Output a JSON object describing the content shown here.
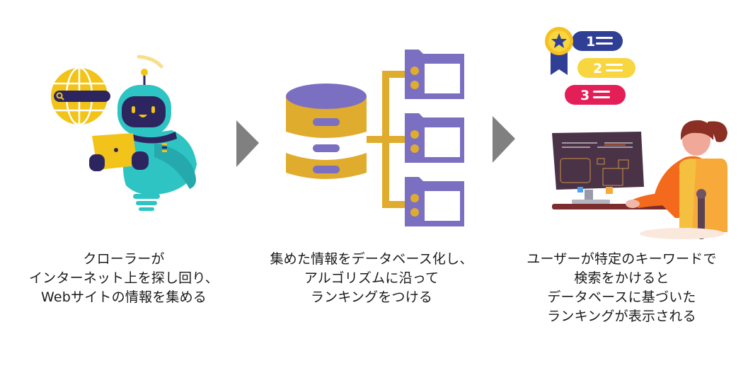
{
  "steps": [
    {
      "id": "crawl",
      "illustration": "robot-crawler-with-globe-search",
      "caption": [
        "クローラーが",
        "インターネット上を探し回り、",
        "Webサイトの情報を集める"
      ]
    },
    {
      "id": "index",
      "illustration": "database-with-folders",
      "caption": [
        "集めた情報をデータベース化し、",
        "アルゴリズムに沿って",
        "ランキングをつける"
      ]
    },
    {
      "id": "search",
      "illustration": "ranking-list-and-user-at-computer",
      "caption": [
        "ユーザーが特定のキーワードで",
        "検索をかけると",
        "データベースに基づいた",
        "ランキングが表示される"
      ],
      "ranking_labels": [
        "1",
        "2",
        "3"
      ]
    }
  ],
  "arrows": [
    "arrow-right-icon",
    "arrow-right-icon"
  ],
  "colors": {
    "arrow": "#808080",
    "robot_teal": "#2ec4c4",
    "robot_navy": "#2d2560",
    "yellow": "#f2c318",
    "db_gold": "#e0ac2e",
    "db_purple": "#7b6fc2",
    "rank1": "#2f3f95",
    "rank2": "#f7d640",
    "rank3": "#e41e57",
    "monitor": "#4a3346",
    "shirt": "#f36a1c",
    "chair": "#f7a93a",
    "hair": "#8b2f24"
  }
}
